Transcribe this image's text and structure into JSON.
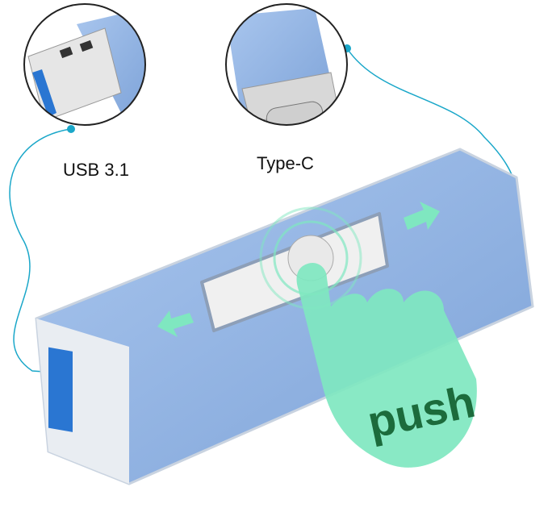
{
  "labels": {
    "usb": "USB 3.1",
    "typec": "Type-C",
    "push": "push"
  },
  "icons": {
    "arrow_left": "double-arrow-left-icon",
    "arrow_right": "double-arrow-right-icon",
    "hand": "pointing-hand-icon"
  },
  "colors": {
    "drive_blue": "#8fb3e3",
    "accent_cyan": "#1aa7c9",
    "hand_green": "#7fe7c0",
    "push_text": "#1c6b3c"
  }
}
